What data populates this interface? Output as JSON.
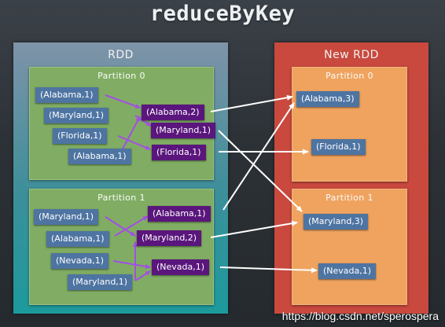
{
  "title": "reduceByKey",
  "rdd": {
    "title": "RDD",
    "partitions": [
      {
        "title": "Partition 0",
        "inputs": [
          "(Alabama,1)",
          "(Maryland,1)",
          "(Florida,1)",
          "(Alabama,1)"
        ],
        "reduced": [
          "(Alabama,2)",
          "(Maryland,1)",
          "(Florida,1)"
        ]
      },
      {
        "title": "Partition 1",
        "inputs": [
          "(Maryland,1)",
          "(Alabama,1)",
          "(Nevada,1)",
          "(Maryland,1)"
        ],
        "reduced": [
          "(Alabama,1)",
          "(Maryland,2)",
          "(Nevada,1)"
        ]
      }
    ]
  },
  "new_rdd": {
    "title": "New RDD",
    "partitions": [
      {
        "title": "Partition 0",
        "outputs": [
          "(Alabama,3)",
          "(Florida,1)"
        ]
      },
      {
        "title": "Partition 1",
        "outputs": [
          "(Maryland,3)",
          "(Nevada,1)"
        ]
      }
    ]
  },
  "colors": {
    "input_pair": "#4e74a2",
    "reduced_pair": "#5a167c",
    "local_arrow": "#a34ee6",
    "shuffle_arrow": "#ffffff",
    "rdd_panel": "#3d8f9a",
    "new_rdd_panel": "#c9493e",
    "source_partition": "#80ad63",
    "target_partition": "#efa35f"
  },
  "watermark": "https://blog.csdn.net/sperospera"
}
